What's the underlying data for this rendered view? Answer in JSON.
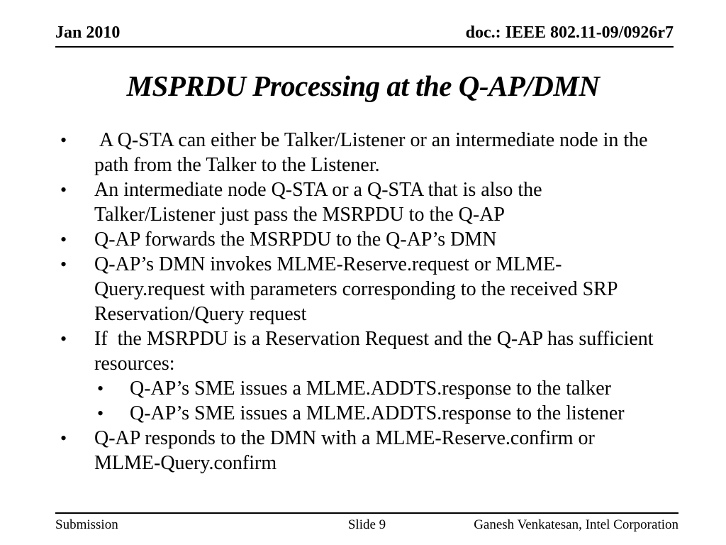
{
  "slide": {
    "header": {
      "date": "Jan 2010",
      "doc_number": "doc.: IEEE 802.11-09/0926r7"
    },
    "title": "MSPRDU Processing at the Q-AP/DMN",
    "bullet_glyph": "•",
    "bullets": [
      {
        "level": 1,
        "text": " A Q-STA can either be Talker/Listener or an intermediate node in the\npath from the Talker to the Listener."
      },
      {
        "level": 1,
        "text": "An intermediate node Q-STA or a Q-STA that is also the\nTalker/Listener just pass the MSRPDU to the Q-AP"
      },
      {
        "level": 1,
        "text": "Q-AP forwards the MSRPDU to the Q-AP’s DMN"
      },
      {
        "level": 1,
        "text": "Q-AP’s DMN invokes MLME-Reserve.request or MLME-\nQuery.request with parameters corresponding to the received SRP\nReservation/Query request"
      },
      {
        "level": 1,
        "text": "If  the MSRPDU is a Reservation Request and the Q-AP has sufficient\nresources:"
      },
      {
        "level": 2,
        "text": "Q-AP’s SME issues a MLME.ADDTS.response to the talker"
      },
      {
        "level": 2,
        "text": "Q-AP’s SME issues a MLME.ADDTS.response to the listener"
      },
      {
        "level": 1,
        "text": "Q-AP responds to the DMN with a MLME-Reserve.confirm or\nMLME-Query.confirm"
      }
    ],
    "footer": {
      "left": "Submission",
      "center": "Slide 9",
      "right": "Ganesh Venkatesan, Intel Corporation"
    },
    "colors": {
      "text": "#000000",
      "background": "#ffffff"
    }
  }
}
